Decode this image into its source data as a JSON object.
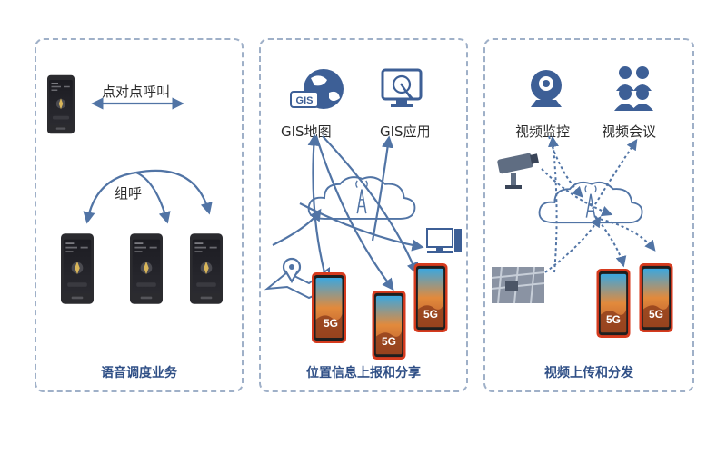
{
  "panels": [
    {
      "caption": "语音调度业务",
      "labels": {
        "p2p": "点对点呼叫",
        "group": "组呼"
      }
    },
    {
      "caption": "位置信息上报和分享",
      "labels": {
        "gis_map": "GIS地图",
        "gis_app": "GIS应用",
        "gis_badge": "GIS",
        "five_g": "5G"
      }
    },
    {
      "caption": "视频上传和分发",
      "labels": {
        "video_monitor": "视频监控",
        "video_meeting": "视频会议",
        "five_g": "5G"
      }
    }
  ],
  "colors": {
    "accent": "#2f4f86",
    "arrow": "#5174a5",
    "icon": "#3d5f96",
    "border": "#9fb0c8"
  }
}
